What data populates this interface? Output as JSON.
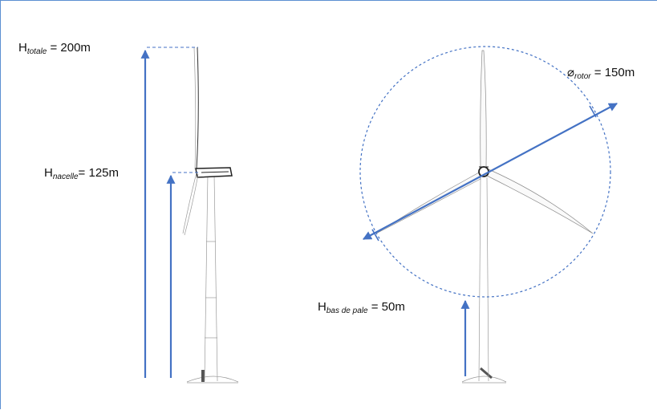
{
  "labels": {
    "h_totale": {
      "prefix": "H",
      "sub": "totale",
      "suffix": " = 200m"
    },
    "h_nacelle": {
      "prefix": "H",
      "sub": "nacelle",
      "suffix": "= 125m"
    },
    "h_bas_de_pale": {
      "prefix": "H",
      "sub": "bas de pale",
      "suffix": " = 50m"
    },
    "diam_rotor": {
      "prefix": "⌀",
      "sub": "rotor",
      "suffix": " = 150m"
    }
  },
  "colors": {
    "arrow": "#4472c4",
    "dashed": "#4472c4",
    "turbine": "#9a9a9a",
    "frame": "#5b8fd2"
  }
}
